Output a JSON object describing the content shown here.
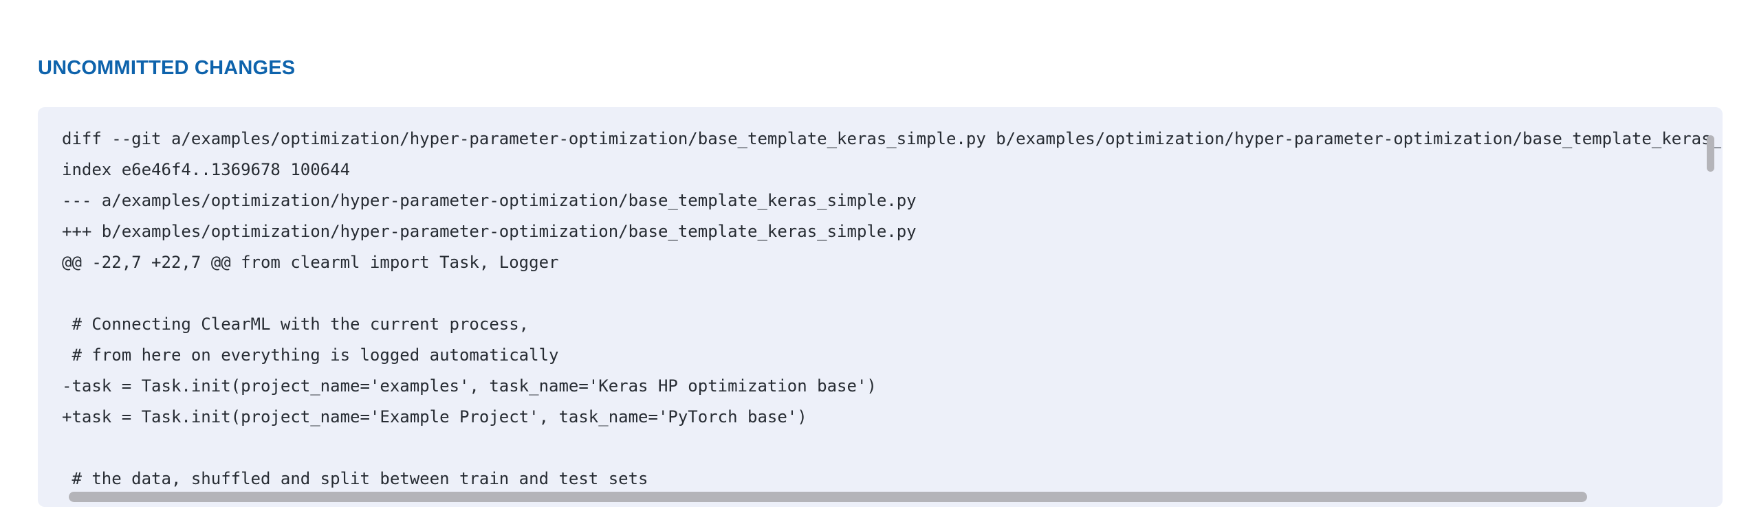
{
  "section": {
    "title": "UNCOMMITTED CHANGES"
  },
  "diff": {
    "lines": [
      "diff --git a/examples/optimization/hyper-parameter-optimization/base_template_keras_simple.py b/examples/optimization/hyper-parameter-optimization/base_template_keras_simple.py",
      "index e6e46f4..1369678 100644",
      "--- a/examples/optimization/hyper-parameter-optimization/base_template_keras_simple.py",
      "+++ b/examples/optimization/hyper-parameter-optimization/base_template_keras_simple.py",
      "@@ -22,7 +22,7 @@ from clearml import Task, Logger",
      "",
      " # Connecting ClearML with the current process,",
      " # from here on everything is logged automatically",
      "-task = Task.init(project_name='examples', task_name='Keras HP optimization base')",
      "+task = Task.init(project_name='Example Project', task_name='PyTorch base')",
      "",
      " # the data, shuffled and split between train and test sets"
    ]
  },
  "colors": {
    "header": "#0e63ac",
    "code_bg": "#edf0f9",
    "code_text": "#272c33",
    "scrollbar": "#b4b4b9"
  }
}
